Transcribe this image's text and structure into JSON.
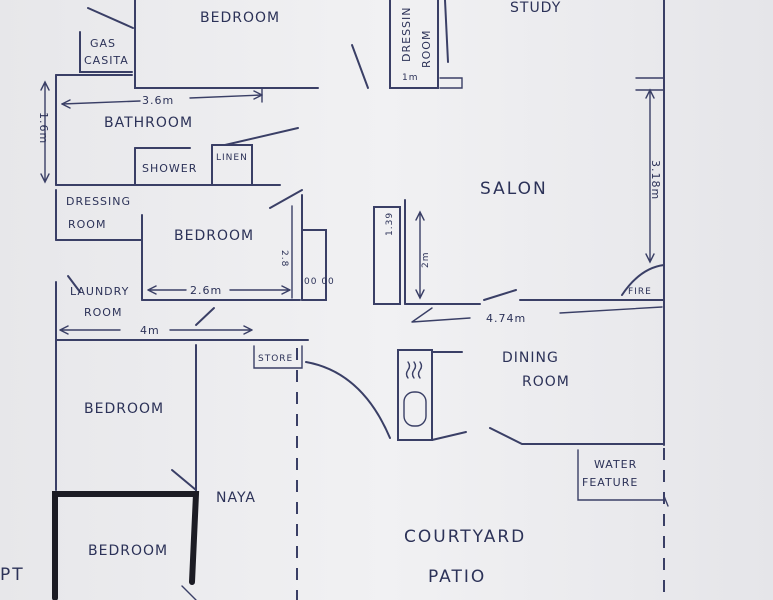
{
  "rooms": {
    "bedroom_top": "BEDROOM",
    "study": "STUDY",
    "gas_casita_1": "GAS",
    "gas_casita_2": "CASITA",
    "dressing_room_vertical_1": "DRESSIN",
    "dressing_room_vertical_2": "ROOM",
    "bathroom": "BATHROOM",
    "shower": "SHOWER",
    "linen": "LINEN",
    "salon": "SALON",
    "dressing_room_1": "DRESSING",
    "dressing_room_2": "ROOM",
    "bedroom_middle": "BEDROOM",
    "laundry_room_1": "LAUNDRY",
    "laundry_room_2": "ROOM",
    "store": "STORE",
    "dining_room_1": "DINING",
    "dining_room_2": "ROOM",
    "fire": "FIRE",
    "bedroom_left": "BEDROOM",
    "naya": "NAYA",
    "water_feature_1": "WATER",
    "water_feature_2": "FEATURE",
    "bedroom_bottom": "BEDROOM",
    "courtyard": "COURTYARD",
    "patio": "PATIO",
    "edge_mark": "PT"
  },
  "dimensions": {
    "bathroom_width": "3.6m",
    "bathroom_height": "1.6m",
    "dressing_width": "1m",
    "salon_height": "3.18m",
    "salon_inner_height": "2m",
    "cabinet": "1.39",
    "bedroom_width": "2.6m",
    "bedroom_height": "2.8",
    "laundry_width": "4m",
    "salon_width": "4.74m",
    "stove_marks": "00 00"
  }
}
